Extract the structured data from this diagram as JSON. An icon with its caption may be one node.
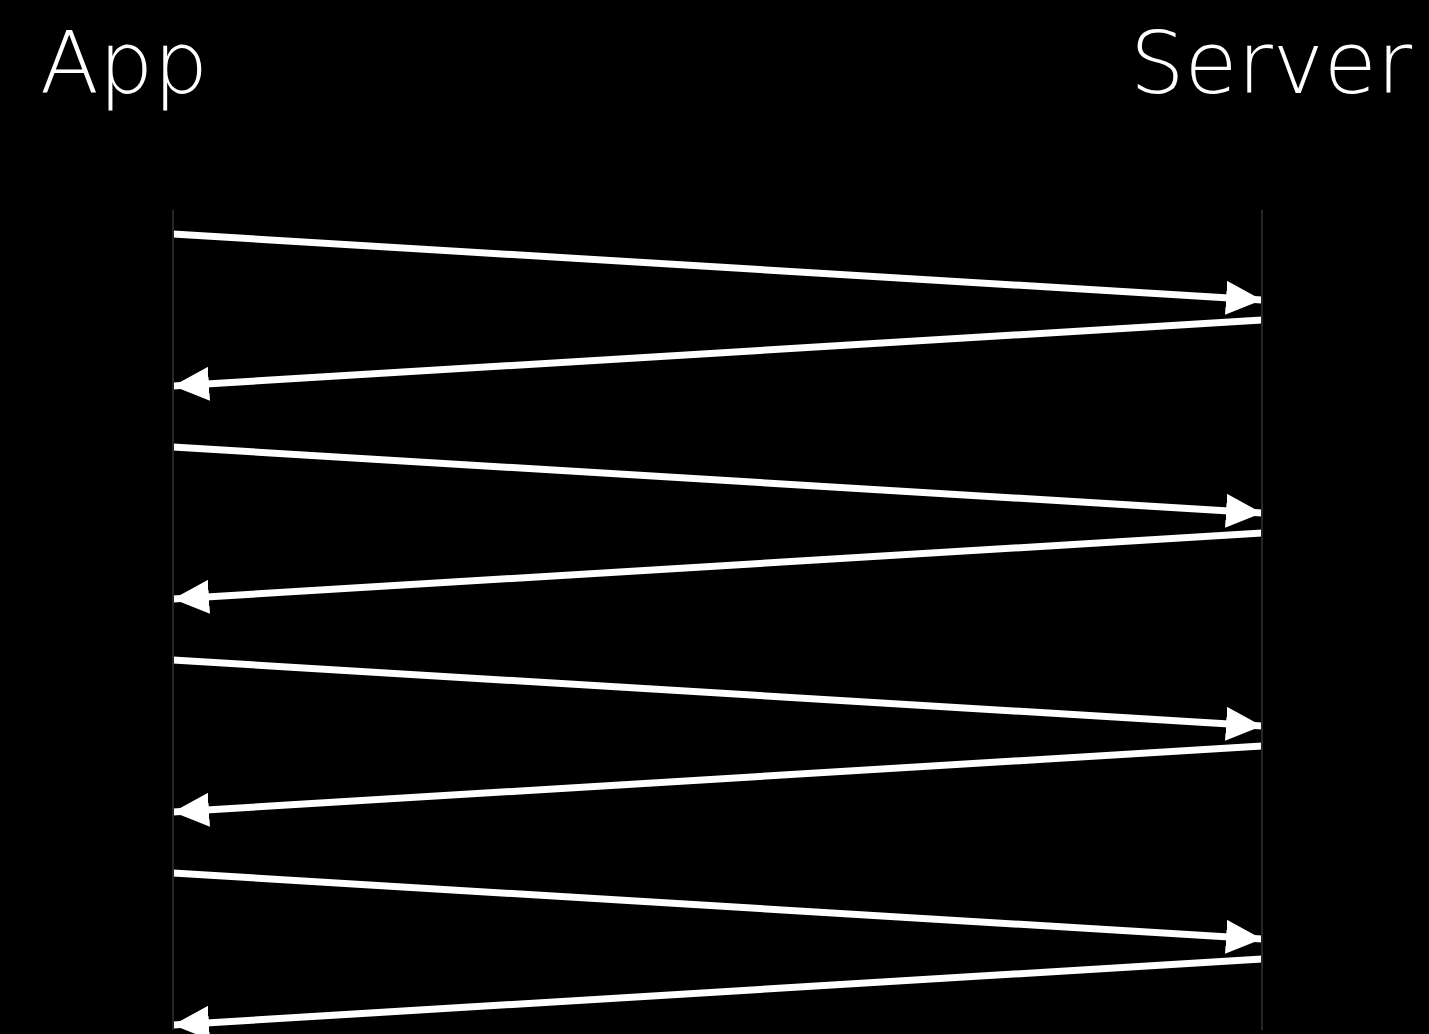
{
  "diagram": {
    "nodes": [
      {
        "text": [
          "App"
        ]
      },
      {
        "text": [
          "Server"
        ]
      }
    ],
    "edges": [
      {
        "from": 0,
        "to": 1,
        "arrow": "to"
      },
      {
        "from": 1,
        "to": 0,
        "arrow": "to"
      },
      {
        "from": 0,
        "to": 1,
        "arrow": "to"
      },
      {
        "from": 1,
        "to": 0,
        "arrow": "to"
      },
      {
        "from": 0,
        "to": 1,
        "arrow": "to"
      },
      {
        "from": 1,
        "to": 0,
        "arrow": "to"
      },
      {
        "from": 0,
        "to": 1,
        "arrow": "to"
      },
      {
        "from": 1,
        "to": 0,
        "arrow": "to"
      }
    ]
  }
}
